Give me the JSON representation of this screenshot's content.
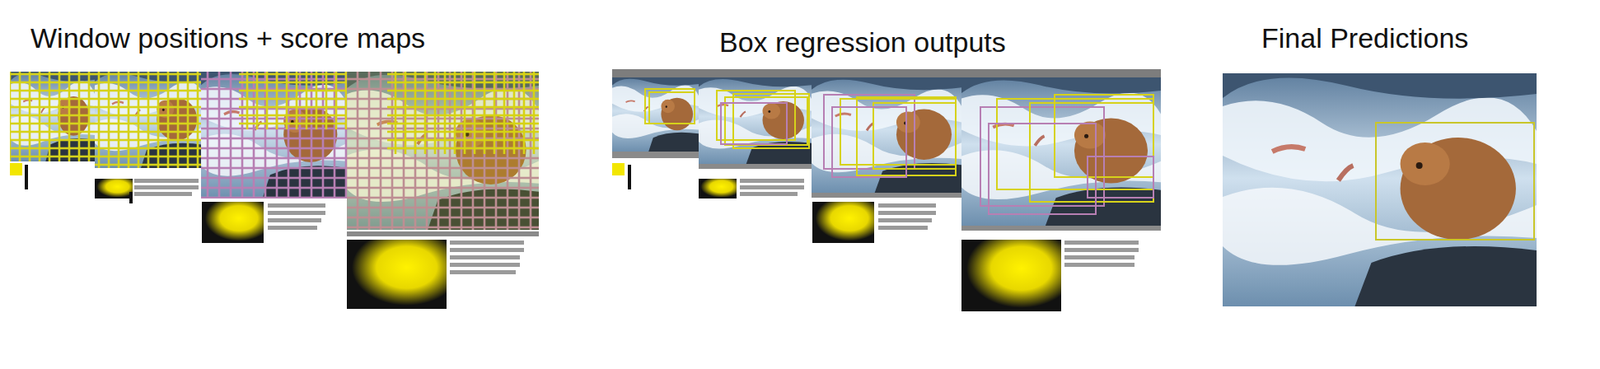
{
  "diagram": {
    "labels": [
      "Window positions + score maps",
      "Box regression outputs",
      "Final Predictions"
    ]
  }
}
